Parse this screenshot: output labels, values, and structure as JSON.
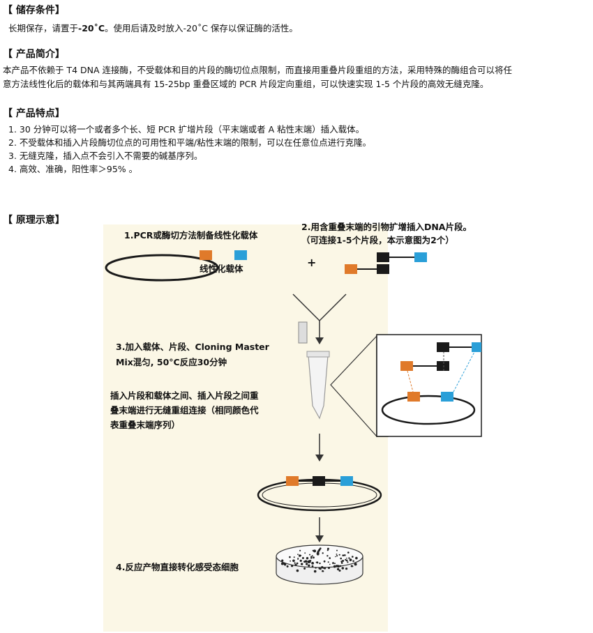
{
  "storage": {
    "heading": "【 储存条件】",
    "line_prefix": "长期保存，请置于",
    "line_bold": "-20˚C",
    "line_suffix": "。使用后请及时放入-20˚C 保存以保证酶的活性。"
  },
  "intro": {
    "heading": "【 产品简介】",
    "lines": [
      "本产品不依赖于 T4 DNA 连接酶，不受载体和目的片段的酶切位点限制，而直接用重叠片段重组的方法，采用特殊的酶组合可以将任",
      "意方法线性化后的载体和与其两端具有 15-25bp 重叠区域的 PCR 片段定向重组，可以快速实现 1-5 个片段的高效无缝克隆。"
    ]
  },
  "features": {
    "heading": "【 产品特点】",
    "items": [
      "1. 30 分钟可以将一个或者多个长、短 PCR 扩增片段（平末端或者 A 粘性末端）插入载体。",
      "2. 不受载体和插入片段酶切位点的可用性和平端/粘性末端的限制，可以在任意位点进行克隆。",
      "3. 无缝克隆，插入点不会引入不需要的碱基序列。",
      "4. 高效、准确，阳性率＞95% 。"
    ]
  },
  "principle": {
    "heading": "【 原理示意】",
    "diagram": {
      "step1": "1.PCR或酶切方法制备线性化载体",
      "vector_label": "线性化载体",
      "plus": "+",
      "step2_line1": "2.用含重叠末端的引物扩增插入DNA片段。",
      "step2_line2": "（可连接1-5个片段，本示意图为2个）",
      "step3_line1": "3.加入载体、片段、Cloning Master",
      "step3_line2": "Mix混匀, 50°C反应30分钟",
      "desc_line1": "插入片段和载体之间、插入片段之间重",
      "desc_line2": "叠末端进行无缝重组连接（相同颜色代",
      "desc_line3": "表重叠末端序列）",
      "step4": "4.反应产物直接转化感受态细胞"
    },
    "colors": {
      "orange": "#e07a2a",
      "blue": "#2a9fd8",
      "black": "#1a1a1a",
      "background": "#fbf7e6"
    }
  }
}
